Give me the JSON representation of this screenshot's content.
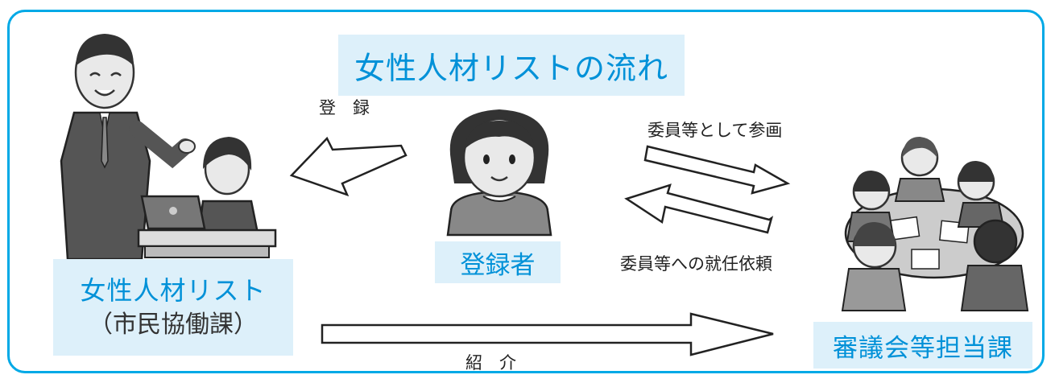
{
  "title": "女性人材リストの流れ",
  "registrant": "登録者",
  "list": {
    "line1": "女性人材リスト",
    "line2": "（市民協働課）"
  },
  "department": "審議会等担当課",
  "arrows": {
    "register": "登　録",
    "participate": "委員等として参画",
    "request": "委員等への就任依頼",
    "introduce": "紹　介"
  },
  "colors": {
    "accent": "#00a9e6",
    "label_bg": "#ddf0fa",
    "label_text": "#0091d8"
  }
}
